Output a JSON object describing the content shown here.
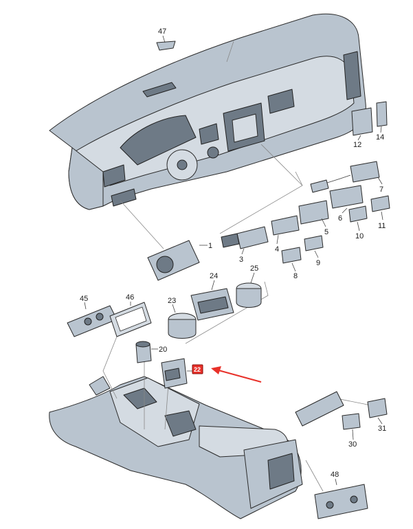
{
  "diagram": {
    "part_labels": {
      "p1": "1",
      "p3": "3",
      "p4": "4",
      "p5": "5",
      "p6": "6",
      "p7": "7",
      "p8": "8",
      "p9": "9",
      "p10": "10",
      "p11": "11",
      "p12": "12",
      "p14": "14",
      "p20": "20",
      "p22": "22",
      "p23": "23",
      "p24": "24",
      "p25": "25",
      "p30": "30",
      "p31": "31",
      "p45": "45",
      "p46": "46",
      "p47": "47",
      "p48": "48"
    },
    "highlighted_part": "22",
    "colors": {
      "part_fill": "#b9c4cf",
      "highlight": "#e8312a",
      "outline": "#2a2a2a"
    }
  }
}
